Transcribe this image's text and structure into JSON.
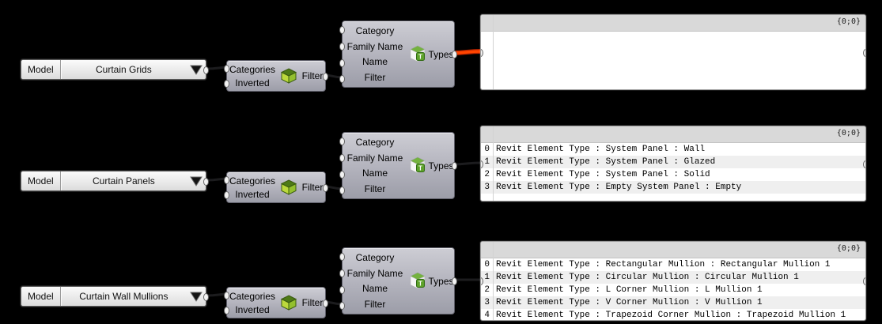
{
  "colors": {
    "canvas_bg": "#000000",
    "wire_warning_core": "#ff4400",
    "wire_warning_edge": "#b32400",
    "wire_normal": "#1c1c1e",
    "node_body": "#b2b2bc",
    "panel_header_bg": "#d9d9d9",
    "filter_icon_green": "#9cc02e",
    "types_icon_green": "#74b23e"
  },
  "rows": [
    {
      "dropdown": {
        "label": "Model",
        "value": "Curtain Grids"
      },
      "filter_node": {
        "input_categories": "Categories",
        "input_inverted": "Inverted",
        "output": "Filter"
      },
      "types_node": {
        "input_category": "Category",
        "input_family_name": "Family Name",
        "input_name": "Name",
        "input_filter": "Filter",
        "output": "Types"
      },
      "panel": {
        "path_tag": "{0;0}",
        "items": []
      }
    },
    {
      "dropdown": {
        "label": "Model",
        "value": "Curtain Panels"
      },
      "filter_node": {
        "input_categories": "Categories",
        "input_inverted": "Inverted",
        "output": "Filter"
      },
      "types_node": {
        "input_category": "Category",
        "input_family_name": "Family Name",
        "input_name": "Name",
        "input_filter": "Filter",
        "output": "Types"
      },
      "panel": {
        "path_tag": "{0;0}",
        "items": [
          {
            "index": "0",
            "text": "Revit Element Type : System Panel : Wall"
          },
          {
            "index": "1",
            "text": "Revit Element Type : System Panel : Glazed"
          },
          {
            "index": "2",
            "text": "Revit Element Type : System Panel : Solid"
          },
          {
            "index": "3",
            "text": "Revit Element Type : Empty System Panel : Empty"
          }
        ]
      }
    },
    {
      "dropdown": {
        "label": "Model",
        "value": "Curtain Wall Mullions"
      },
      "filter_node": {
        "input_categories": "Categories",
        "input_inverted": "Inverted",
        "output": "Filter"
      },
      "types_node": {
        "input_category": "Category",
        "input_family_name": "Family Name",
        "input_name": "Name",
        "input_filter": "Filter",
        "output": "Types"
      },
      "panel": {
        "path_tag": "{0;0}",
        "items": [
          {
            "index": "0",
            "text": "Revit Element Type : Rectangular Mullion : Rectangular Mullion 1"
          },
          {
            "index": "1",
            "text": "Revit Element Type : Circular Mullion : Circular Mullion 1"
          },
          {
            "index": "2",
            "text": "Revit Element Type : L Corner Mullion : L Mullion 1"
          },
          {
            "index": "3",
            "text": "Revit Element Type : V Corner Mullion : V Mullion 1"
          },
          {
            "index": "4",
            "text": "Revit Element Type : Trapezoid Corner Mullion : Trapezoid Mullion 1"
          }
        ]
      }
    }
  ]
}
